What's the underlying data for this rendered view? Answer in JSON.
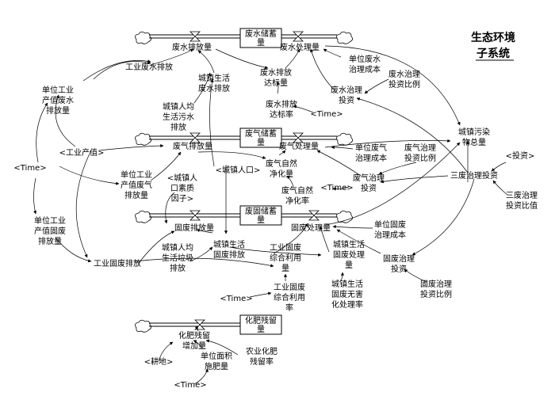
{
  "title": {
    "line1": "生态环境",
    "line2": "子系统"
  },
  "stocks": {
    "wastewater": [
      "废水储蓄",
      "量"
    ],
    "wastegas": [
      "废气储蓄",
      "量"
    ],
    "solidwaste": [
      "废固储蓄",
      "量"
    ],
    "fertilizer": [
      "化肥残留",
      "量"
    ]
  },
  "flows": {
    "ww_discharge": [
      "废水排放量"
    ],
    "ww_treat": [
      "废水处理量"
    ],
    "wg_discharge": [
      "废气排放量"
    ],
    "wg_treat": [
      "废气处理量"
    ],
    "sw_discharge": [
      "固废排放量"
    ],
    "sw_treat": [
      "固废处理量"
    ],
    "fert_inc": [
      "化肥残留",
      "增加量"
    ]
  },
  "variables": {
    "ind_ww": [
      "工业废水排放"
    ],
    "unit_ww": [
      "单位工业",
      "产值废水",
      "排放量"
    ],
    "urban_ww": [
      "城镇生活",
      "废水排放"
    ],
    "percap_ww": [
      "城镇人均",
      "生活污水",
      "排放"
    ],
    "ww_std": [
      "废水排放",
      "达标量"
    ],
    "ww_std_rate": [
      "废水排放",
      "达标率"
    ],
    "unit_ww_cost": [
      "单位废水",
      "治理成本"
    ],
    "ww_invest": [
      "废水治理",
      "投资"
    ],
    "ww_invest_ratio": [
      "废水治理",
      "投资比例"
    ],
    "ind_output": [
      "<工业产值>"
    ],
    "time1": [
      "<Time>"
    ],
    "time2": [
      "<Time>"
    ],
    "time3": [
      "<Time>"
    ],
    "time4": [
      "<Time>"
    ],
    "time5": [
      "<Time>"
    ],
    "unit_wg": [
      "单位工业",
      "产值废气",
      "排放量"
    ],
    "urban_pop_factor": [
      "<城镇人",
      "口素质",
      "因子>"
    ],
    "urban_pop": [
      "<城镇人口>"
    ],
    "wg_natural": [
      "废气自然",
      "净化量"
    ],
    "wg_natural_rate": [
      "废气自然",
      "净化率"
    ],
    "unit_wg_cost": [
      "单位废气",
      "治理成本"
    ],
    "wg_invest_ratio": [
      "废气治理",
      "投资比例"
    ],
    "wg_invest": [
      "废气治理",
      "投资"
    ],
    "urban_pollution": [
      "城镇污染",
      "物总量"
    ],
    "invest": [
      "<投资>"
    ],
    "three_waste_invest": [
      "三废治理投资"
    ],
    "three_waste_ratio": [
      "三废治理",
      "投资比值"
    ],
    "unit_sw": [
      "单位工业",
      "产值固废",
      "排放量"
    ],
    "ind_sw": [
      "工业固废排放"
    ],
    "percap_sw": [
      "城镇人均",
      "生活垃圾",
      "排放"
    ],
    "urban_sw": [
      "城镇生活",
      "固废排放"
    ],
    "ind_sw_reuse": [
      "工业固废",
      "综合利用",
      "量"
    ],
    "ind_sw_reuse_rate": [
      "工业固废",
      "综合利用",
      "率"
    ],
    "urban_sw_treat": [
      "城镇生活",
      "固废处理",
      "量"
    ],
    "urban_sw_rate": [
      "城镇生活",
      "固废无害",
      "化处理率"
    ],
    "unit_sw_cost": [
      "单位固废",
      "治理成本"
    ],
    "sw_invest": [
      "固废治理",
      "投资"
    ],
    "sw_invest_ratio": [
      "固废治理",
      "投资比例"
    ],
    "arable": [
      "<耕地>"
    ],
    "unit_area_fert": [
      "单位面积",
      "施肥量"
    ],
    "fert_residue_rate": [
      "农业化肥",
      "残留率"
    ]
  }
}
